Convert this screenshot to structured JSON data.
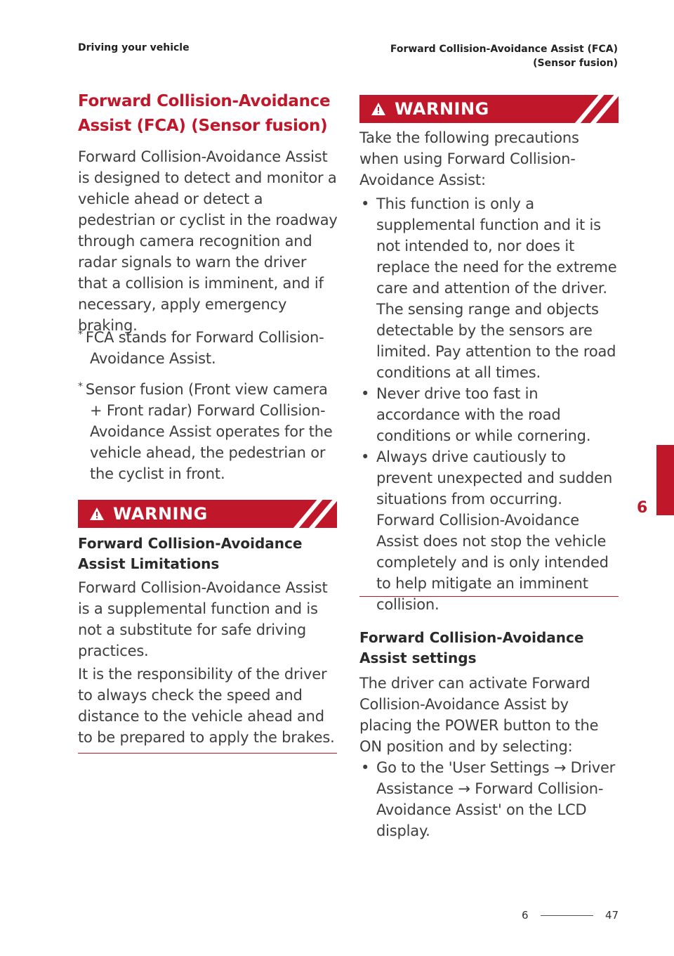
{
  "header": {
    "left": "Driving your vehicle",
    "right_line1": "Forward Collision-Avoidance Assist (FCA)",
    "right_line2": "(Sensor fusion)"
  },
  "section": {
    "title": "Forward Collision-Avoidance Assist (FCA) (Sensor fusion)",
    "intro": "Forward Collision-Avoidance Assist is designed to detect and monitor a vehicle ahead or detect a pedestrian or cyclist in the roadway through camera recognition and radar signals to warn the driver that a collision is imminent, and if necessary, apply emergency braking.",
    "notes": [
      "FCA stands for Forward Collision-Avoidance Assist.",
      "Sensor fusion (Front view camera + Front radar) Forward Collision-Avoidance Assist operates for the vehicle ahead, the pedestrian or the cyclist in front."
    ],
    "note_marker": "*"
  },
  "warning_left": {
    "label": "WARNING",
    "subheading": "Forward Collision-Avoidance Assist Limitations",
    "p1": "Forward Collision-Avoidance Assist is a supplemental function and is not a substitute for safe driving practices.",
    "p2": "It is the responsibility of the driver to always check the speed and distance to the vehicle ahead and to be prepared to apply the brakes."
  },
  "warning_right": {
    "label": "WARNING",
    "intro": "Take the following precautions when using Forward Collision-Avoidance Assist:",
    "bullets": [
      "This function is only a supplemental function and it is not intended to, nor does it replace the need for the extreme care and attention of the driver. The sensing range and objects detectable by the sensors are limited. Pay attention to the road conditions at all times.",
      "Never drive too fast in accordance with the road conditions or while cornering.",
      "Always drive cautiously to prevent unexpected and sudden situations from occurring. Forward Collision-Avoidance Assist does not stop the vehicle completely and is only intended to help mitigate an imminent collision."
    ]
  },
  "settings": {
    "subheading": "Forward Collision-Avoidance Assist settings",
    "text": "The driver can activate Forward Collision-Avoidance Assist by placing the POWER button to the ON position and by selecting:",
    "bullets": [
      "Go to the 'User Settings → Driver Assistance → Forward Collision-Avoidance Assist' on the LCD display."
    ]
  },
  "bullet_marker": "•",
  "side_tab": "6",
  "footer": {
    "chapter": "6",
    "page": "47"
  },
  "colors": {
    "accent": "#c0182a",
    "text": "#3e3e3e"
  },
  "icons": {
    "warning": "warning-triangle-icon"
  }
}
